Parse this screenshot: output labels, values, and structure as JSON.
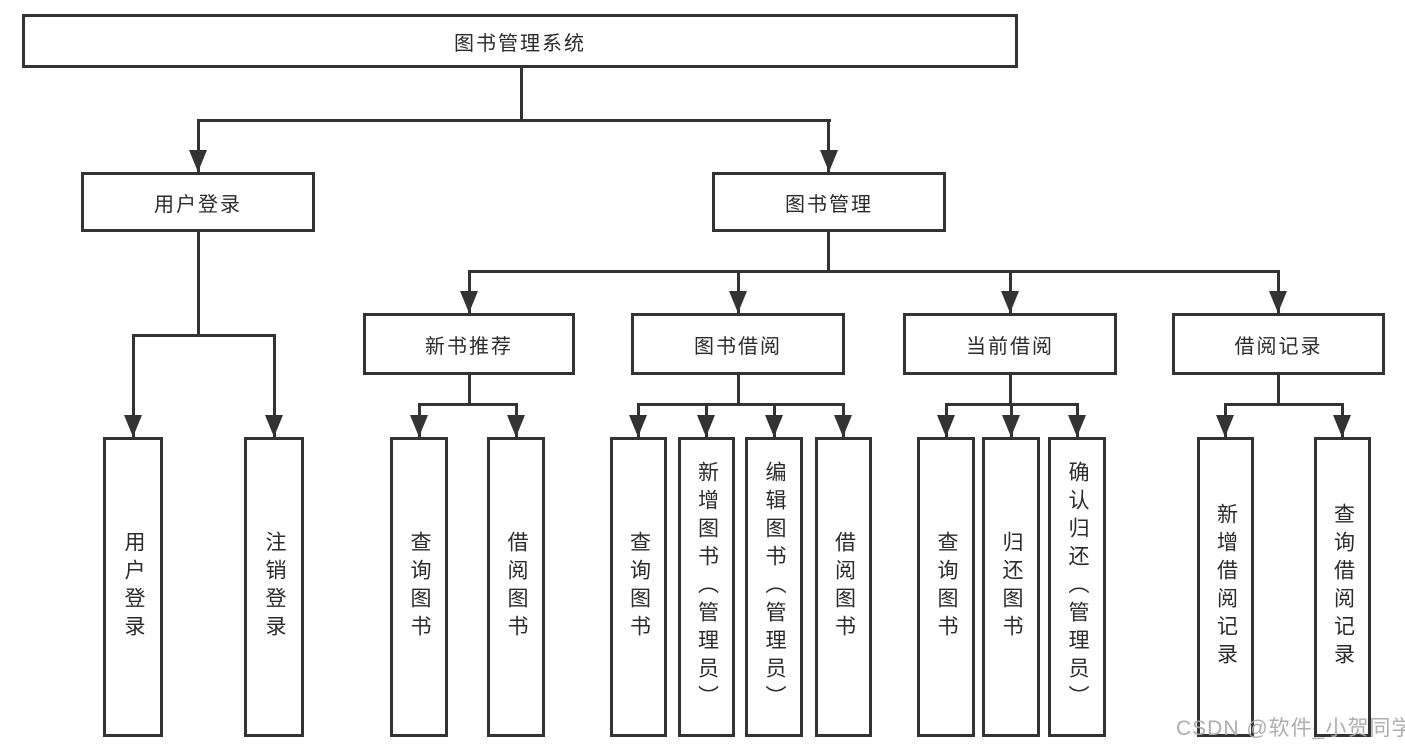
{
  "diagram": {
    "title": "图书管理系统",
    "root": {
      "label": "图书管理系统"
    },
    "level2": {
      "user_login": {
        "label": "用户登录"
      },
      "book_mgmt": {
        "label": "图书管理"
      }
    },
    "level3": {
      "new_book_rec": {
        "label": "新书推荐"
      },
      "book_borrow": {
        "label": "图书借阅"
      },
      "current_borrow": {
        "label": "当前借阅"
      },
      "borrow_record": {
        "label": "借阅记录"
      }
    },
    "leaves": {
      "user_login_leaf": {
        "label": "用户登录"
      },
      "logout_leaf": {
        "label": "注销登录"
      },
      "rec_query_book": {
        "label": "查询图书"
      },
      "rec_borrow_book": {
        "label": "借阅图书"
      },
      "bb_query_book": {
        "label": "查询图书"
      },
      "bb_add_book": {
        "label": "新增图书（管理员）"
      },
      "bb_edit_book": {
        "label": "编辑图书（管理员）"
      },
      "bb_borrow_book": {
        "label": "借阅图书"
      },
      "cb_query_book": {
        "label": "查询图书"
      },
      "cb_return_book": {
        "label": "归还图书"
      },
      "cb_confirm_return": {
        "label": "确认归还（管理员）"
      },
      "br_add_record": {
        "label": "新增借阅记录"
      },
      "br_query_record": {
        "label": "查询借阅记录"
      }
    },
    "structure": {
      "图书管理系统": [
        "用户登录",
        "图书管理"
      ],
      "用户登录": [
        "用户登录",
        "注销登录"
      ],
      "图书管理": [
        "新书推荐",
        "图书借阅",
        "当前借阅",
        "借阅记录"
      ],
      "新书推荐": [
        "查询图书",
        "借阅图书"
      ],
      "图书借阅": [
        "查询图书",
        "新增图书（管理员）",
        "编辑图书（管理员）",
        "借阅图书"
      ],
      "当前借阅": [
        "查询图书",
        "归还图书",
        "确认归还（管理员）"
      ],
      "借阅记录": [
        "新增借阅记录",
        "查询借阅记录"
      ]
    }
  },
  "watermark": {
    "text": "CSDN @软件_小贺同学"
  },
  "colors": {
    "line": "#333333",
    "text": "#2b2b2b",
    "background": "#ffffff",
    "watermark": "#aaaaaa"
  }
}
